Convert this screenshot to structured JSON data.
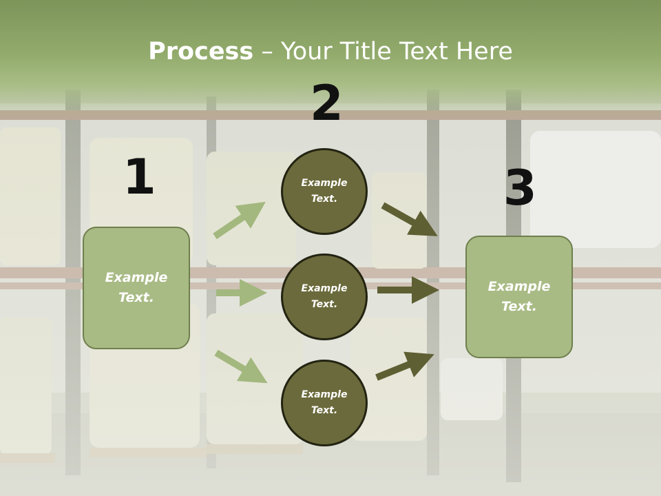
{
  "slide": {
    "title_bold": "Process",
    "title_rest": " – Your Title Text Here"
  },
  "numbers": {
    "one": "1",
    "two": "2",
    "three": "3"
  },
  "boxes": {
    "left": "Example Text.",
    "right": "Example Text."
  },
  "circles": {
    "top": "Example Text.",
    "middle": "Example Text.",
    "bottom": "Example Text."
  },
  "colors": {
    "header": "#92ab6c",
    "box_fill": "#a9bb85",
    "circle_fill": "#6b6a3c",
    "arrow_light": "#a3b87e",
    "arrow_dark": "#5e5f33"
  }
}
